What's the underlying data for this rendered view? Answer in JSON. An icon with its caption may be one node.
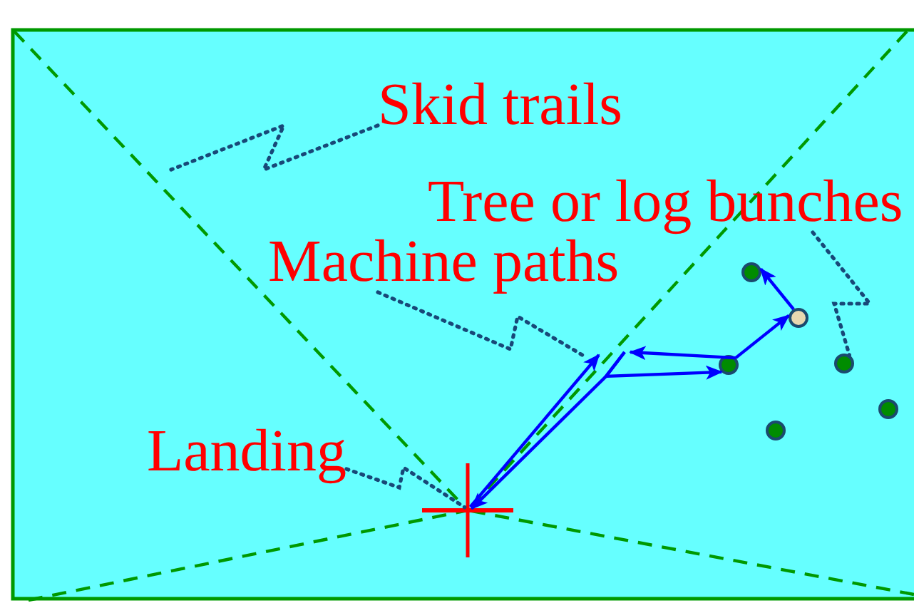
{
  "diagram": {
    "nodes": [
      {
        "text": [
          "Skid trails"
        ]
      },
      {
        "text": [
          "Tree or log bunches"
        ]
      },
      {
        "text": [
          "Machine paths"
        ]
      },
      {
        "text": [
          "Landing"
        ]
      },
      {
        "text": [],
        "shape": "circle"
      },
      {
        "text": [],
        "shape": "circle"
      },
      {
        "text": [],
        "shape": "circle"
      },
      {
        "text": [],
        "shape": "circle"
      },
      {
        "text": [],
        "shape": "circle"
      },
      {
        "text": [],
        "shape": "circle"
      },
      {
        "text": [],
        "shape": "cross"
      }
    ],
    "edges": [
      {
        "from": 10,
        "to": null,
        "arrow": "to"
      },
      {
        "from": null,
        "to": 4,
        "arrow": "to"
      },
      {
        "from": 4,
        "to": null,
        "arrow": "to"
      },
      {
        "from": 4,
        "to": 7,
        "arrow": "to"
      },
      {
        "from": 7,
        "to": 5,
        "arrow": "to"
      },
      {
        "from": null,
        "to": 10,
        "arrow": "to"
      },
      {
        "from": 0,
        "to": null,
        "arrow": "none",
        "style": "dashed",
        "color": "#184878"
      },
      {
        "from": 1,
        "to": 8,
        "arrow": "none",
        "style": "dashed",
        "color": "#184878"
      },
      {
        "from": 2,
        "to": null,
        "arrow": "none",
        "style": "dashed",
        "color": "#184878"
      },
      {
        "from": 3,
        "to": 10,
        "arrow": "none",
        "style": "dashed",
        "color": "#184878"
      }
    ]
  }
}
